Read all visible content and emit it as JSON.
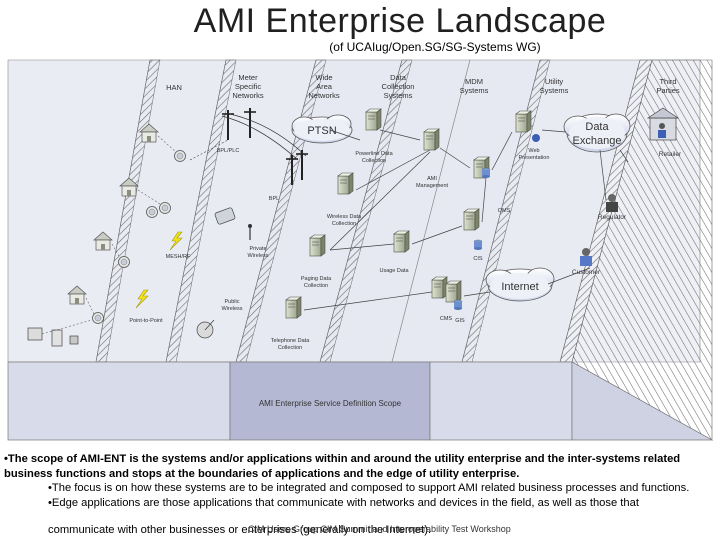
{
  "title": "AMI Enterprise Landscape",
  "subtitle": "(of UCAIug/Open.SG/SG-Systems WG)",
  "columns": {
    "han": "HAN",
    "meter": [
      "Meter",
      "Specific",
      "Networks"
    ],
    "wan": [
      "Wide",
      "Area",
      "Networks"
    ],
    "dcs": [
      "Data",
      "Collection",
      "Systems"
    ],
    "mdm": [
      "MDM",
      "Systems"
    ],
    "utility": [
      "Utility",
      "Systems"
    ],
    "third": [
      "Third",
      "Parties"
    ]
  },
  "clouds": {
    "pstn": "PTSN",
    "exchange": [
      "Data",
      "Exchange"
    ],
    "internet": "Internet"
  },
  "labels": {
    "bpl_plc": "BPL/PLC",
    "bpl": "BPL",
    "mesh_rf": "MESH/RF",
    "point_to_point": "Point-to-Point",
    "private_wireless": [
      "Private",
      "Wireless"
    ],
    "public_wireless": [
      "Public",
      "Wireless"
    ],
    "powerline": [
      "Powerline Data",
      "Collection"
    ],
    "wireless_dc": [
      "Wireless Data",
      "Collection"
    ],
    "paging_dc": [
      "Paging Data",
      "Collection"
    ],
    "telephone_dc": [
      "Telephone Data",
      "Collection"
    ],
    "ami_mgmt": [
      "AMI",
      "Management"
    ],
    "usage_data": "Usage Data",
    "cms": "CMS",
    "gis": "GIS",
    "cis": "CIS",
    "oms": "OMS",
    "web": [
      "Web",
      "Presentation"
    ],
    "retailer": "Retailer",
    "regulator": "Regulator",
    "customer": "Customer",
    "scope": "AMI Enterprise Service Definition Scope"
  },
  "bullets": {
    "main": "•The scope of AMI-ENT is the systems and/or applications within and around the utility enterprise and the inter-systems related business functions and stops at the boundaries of applications and the edge of utility enterprise.",
    "sub1": "•The focus is on how these systems are to be integrated and composed to support AMI related business processes and functions.",
    "sub2": "•Edge applications are those applications that communicate with networks and devices in the field, as well as those that",
    "sub3": "communicate with other businesses or enterprises (generally on the Internet).",
    "footer_tag": "CIM Users Group CIM Summit and Interoperability Test Workshop"
  },
  "colors": {
    "slab": "#d8dbe9",
    "scope_slab": "#b4b8d2",
    "hatch": "#777777",
    "cloud": "#e9ecf7"
  }
}
